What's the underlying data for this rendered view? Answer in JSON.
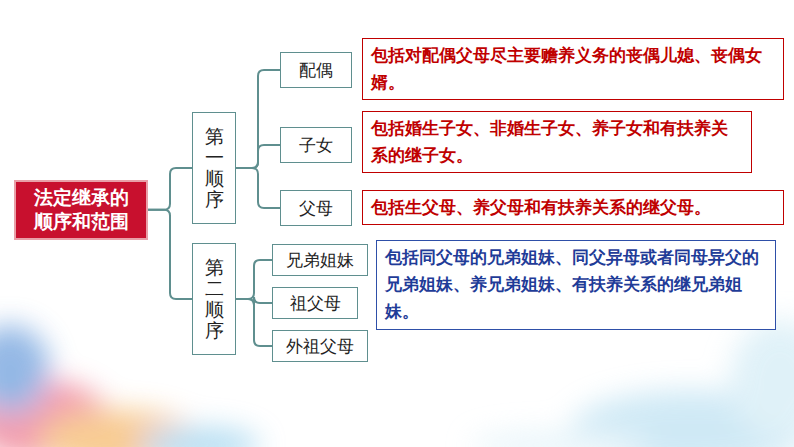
{
  "diagram": {
    "nodes": [
      {
        "text": [
          "法定继承的 顺序和范围"
        ]
      },
      {
        "text": [
          "第一顺序"
        ]
      },
      {
        "text": [
          "第二顺序"
        ]
      },
      {
        "text": [
          "配偶"
        ]
      },
      {
        "text": [
          "包括对配偶父母尽主要赡养义务的丧偶儿媳、丧偶女婿。"
        ]
      },
      {
        "text": [
          "子女"
        ]
      },
      {
        "text": [
          "包括婚生子女、非婚生子女、养子女和有扶养关系的继子女。"
        ]
      },
      {
        "text": [
          "父母"
        ]
      },
      {
        "text": [
          "包括生父母、养父母和有扶养关系的继父母。"
        ]
      },
      {
        "text": [
          "兄弟姐妹"
        ]
      },
      {
        "text": [
          "祖父母"
        ]
      },
      {
        "text": [
          "外祖父母"
        ]
      },
      {
        "text": [
          "包括同父母的兄弟姐妹、同父异母或者同母异父的兄弟姐妹、养兄弟姐妹、有扶养关系的继兄弟姐妹。"
        ]
      }
    ],
    "edges": [
      {
        "from": 0,
        "to": 1,
        "arrow": "none"
      },
      {
        "from": 0,
        "to": 2,
        "arrow": "none"
      },
      {
        "from": 1,
        "to": 3,
        "arrow": "none"
      },
      {
        "from": 1,
        "to": 5,
        "arrow": "none"
      },
      {
        "from": 1,
        "to": 7,
        "arrow": "none"
      },
      {
        "from": 2,
        "to": 9,
        "arrow": "none"
      },
      {
        "from": 2,
        "to": 10,
        "arrow": "none"
      },
      {
        "from": 2,
        "to": 11,
        "arrow": "none"
      }
    ]
  }
}
